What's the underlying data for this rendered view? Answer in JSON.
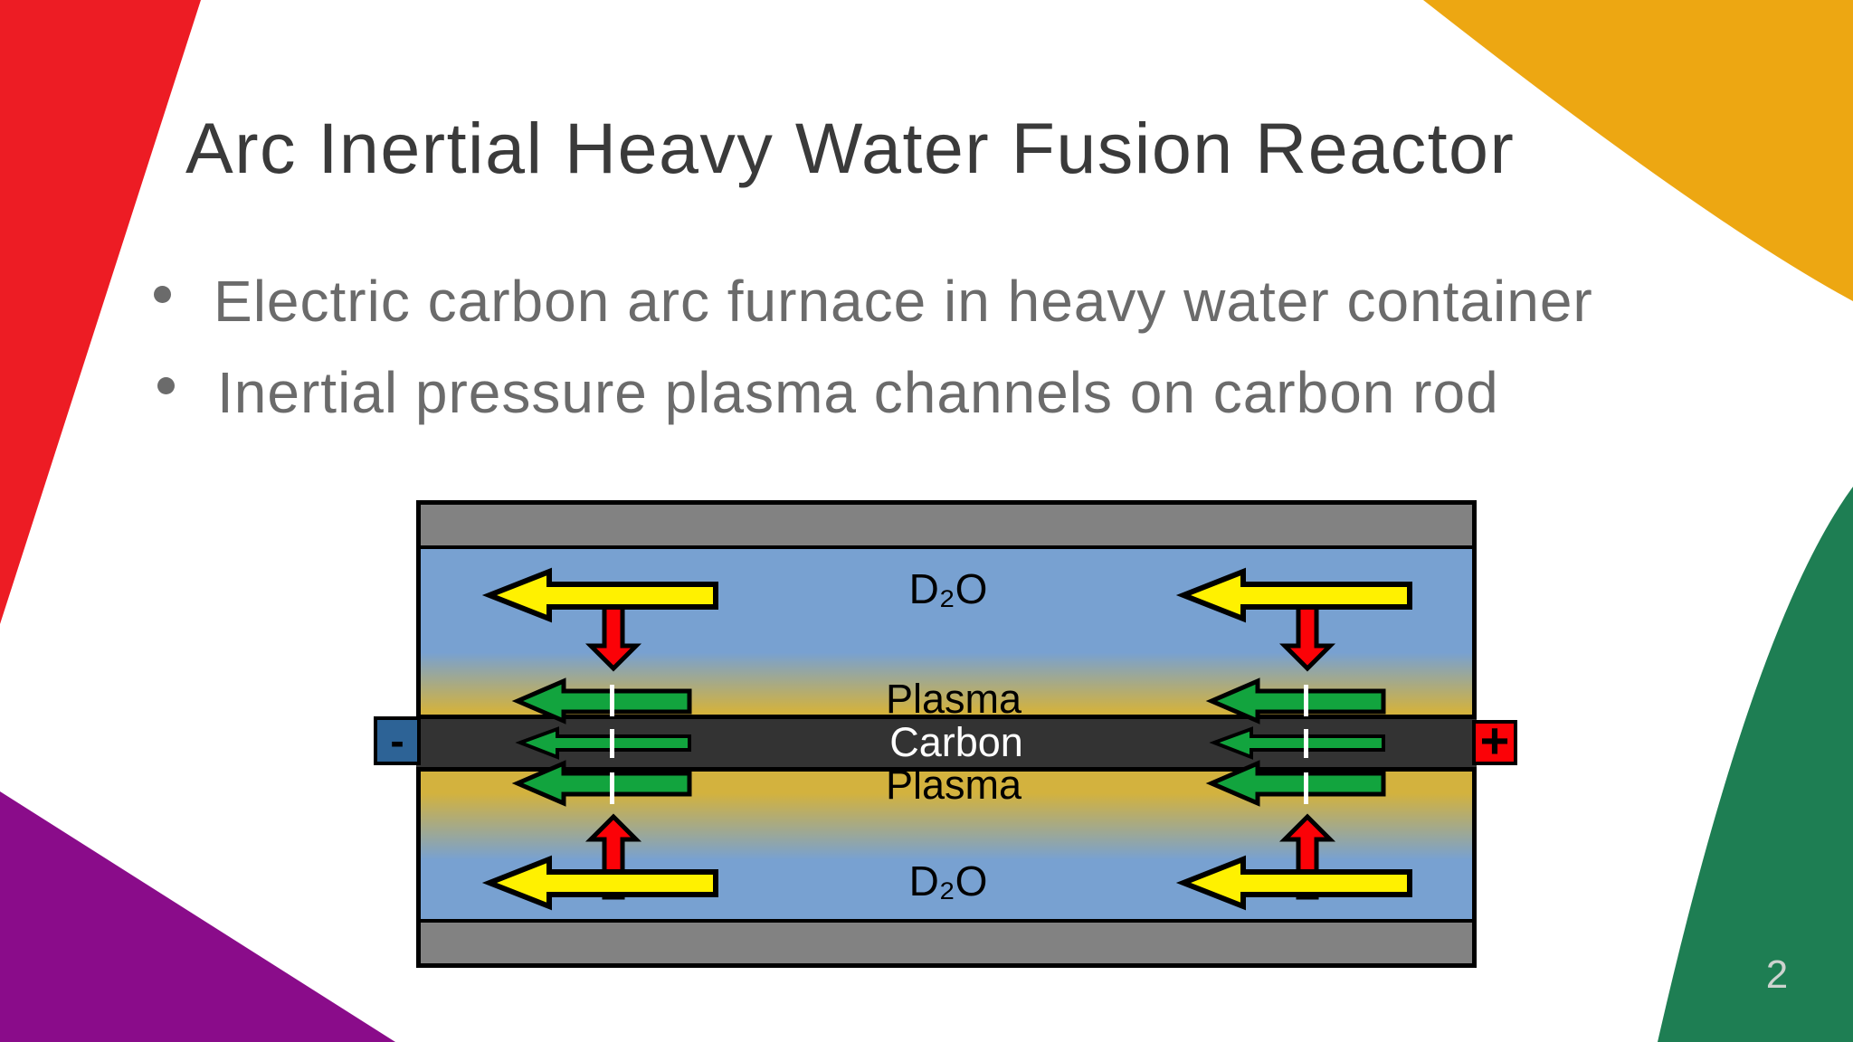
{
  "slide": {
    "title": "Arc Inertial Heavy Water Fusion Reactor",
    "bullets": [
      {
        "label": "Electric carbon arc furnace in heavy water container"
      },
      {
        "label": "Inertial pressure plasma channels on carbon rod"
      }
    ],
    "page_number": "2"
  },
  "diagram": {
    "labels": {
      "water_top": "D₂O",
      "plasma_top": "Plasma",
      "carbon": "Carbon",
      "plasma_bottom": "Plasma",
      "water_bottom": "D₂O"
    },
    "electrodes": {
      "negative_label": "-",
      "positive_label": "+"
    },
    "colors": {
      "water": "#78A1D1",
      "plasma_gold": "#D3B23E",
      "carbon_rod": "#333333",
      "container_wall": "#828282",
      "arrow_yellow": "#FFF100",
      "arrow_red": "#FB0207",
      "arrow_green": "#12A43E",
      "electrode_negative": "#2D6396",
      "electrode_positive": "#FB0207"
    }
  },
  "decorations": {
    "corner_colors": {
      "top_left_red": "#ED1C24",
      "top_right_orange": "#EDA712",
      "bottom_left_purple": "#8A0C8A",
      "bottom_right_green": "#1E7E53"
    }
  }
}
